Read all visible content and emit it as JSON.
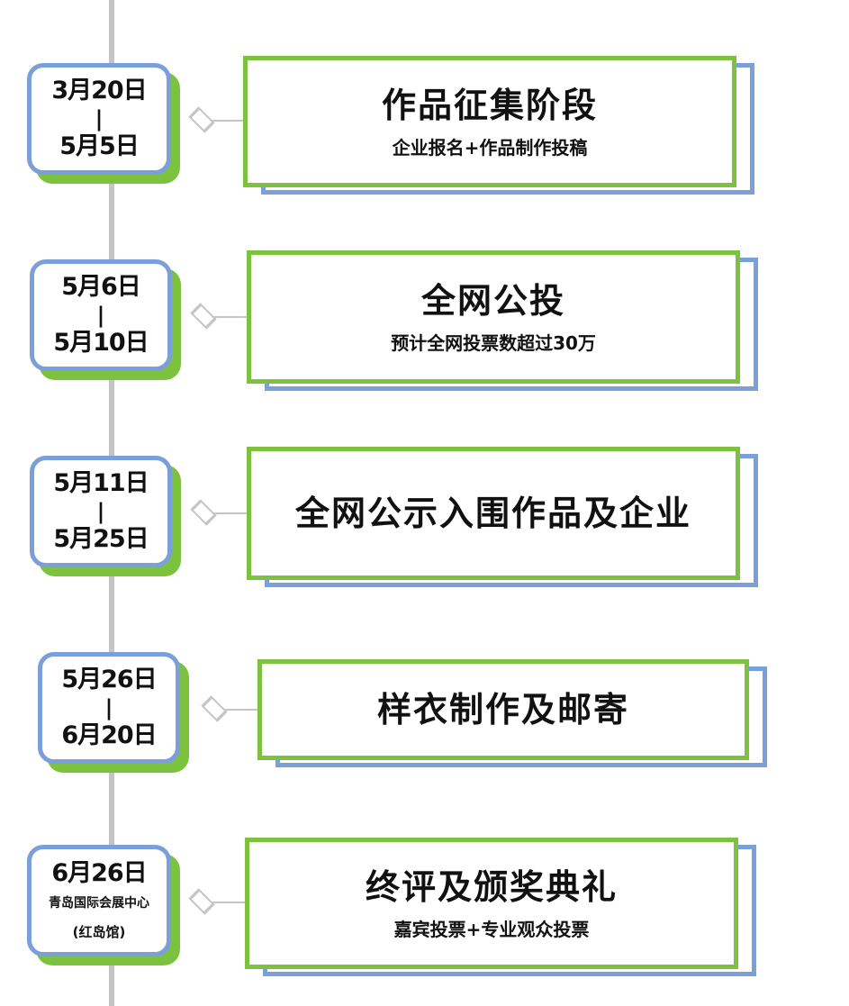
{
  "stages": [
    {
      "date_start": "3月20日",
      "separator": "|",
      "date_end": "5月5日",
      "title": "作品征集阶段",
      "subtitle": "企业报名+作品制作投稿"
    },
    {
      "date_start": "5月6日",
      "separator": "|",
      "date_end": "5月10日",
      "title": "全网公投",
      "subtitle": "预计全网投票数超过30万"
    },
    {
      "date_start": "5月11日",
      "separator": "|",
      "date_end": "5月25日",
      "title": "全网公示入围作品及企业",
      "subtitle": ""
    },
    {
      "date_start": "5月26日",
      "separator": "|",
      "date_end": "6月20日",
      "title": "样衣制作及邮寄",
      "subtitle": ""
    },
    {
      "date_start": "6月26日",
      "location": "青岛国际会展中心",
      "hall": "(红岛馆)",
      "title": "终评及颁奖典礼",
      "subtitle": "嘉宾投票+专业观众投票"
    }
  ],
  "colors": {
    "green": "#7dc23f",
    "blue": "#7a9fd9",
    "line": "#c5c5c5"
  }
}
